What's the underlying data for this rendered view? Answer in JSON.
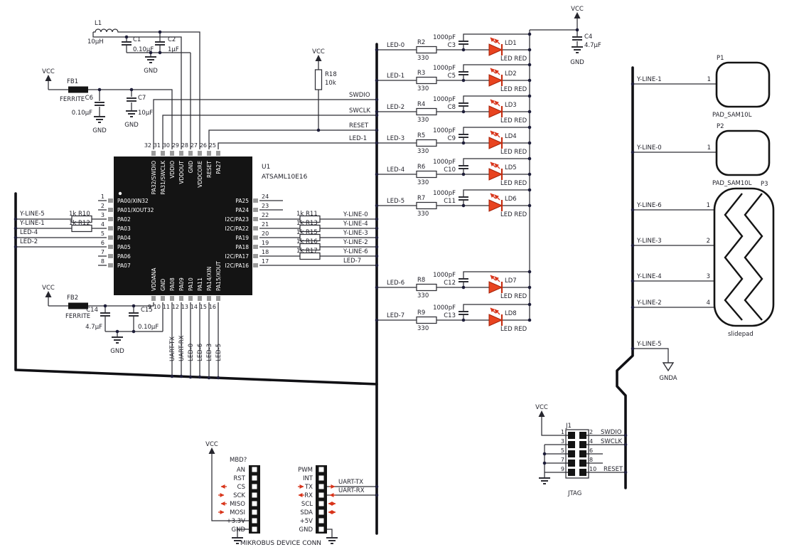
{
  "power": {
    "vcc": "VCC",
    "gnd": "GND",
    "gnda": "GNDA"
  },
  "colors": {
    "accent_red": "#d8341a",
    "chip_black": "#141414",
    "wire": "#2e2e34"
  },
  "supply": {
    "l1": {
      "ref": "L1",
      "value": "10μH"
    },
    "c1": {
      "ref": "C1",
      "value": "0.10μF"
    },
    "c2": {
      "ref": "C2",
      "value": "1μF"
    },
    "fb1": {
      "ref": "FB1",
      "value": "FERRITE"
    },
    "c6": {
      "ref": "C6",
      "value": "0.10μF"
    },
    "c7": {
      "ref": "C7",
      "value": "10μF"
    },
    "fb2": {
      "ref": "FB2",
      "value": "FERRITE"
    },
    "c14": {
      "ref": "C14",
      "value": "4.7μF"
    },
    "c15": {
      "ref": "C15",
      "value": "0.10μF"
    },
    "r18": {
      "ref": "R18",
      "value": "10k"
    }
  },
  "mcu": {
    "ref": "U1",
    "part": "ATSAML10E16",
    "top_pins": [
      {
        "num": "32",
        "name": "PA32/SWDIO"
      },
      {
        "num": "31",
        "name": "PA31/SWCLK"
      },
      {
        "num": "30",
        "name": "VDDIO"
      },
      {
        "num": "29",
        "name": "VDDOUT"
      },
      {
        "num": "28",
        "name": "GND"
      },
      {
        "num": "27",
        "name": "VDDCORE"
      },
      {
        "num": "26",
        "name": "RESET"
      },
      {
        "num": "25",
        "name": "PA27"
      }
    ],
    "left_pins": [
      {
        "num": "1",
        "name": "PA00/XIN32"
      },
      {
        "num": "2",
        "name": "PA01/XOUT32"
      },
      {
        "num": "3",
        "name": "PA02"
      },
      {
        "num": "4",
        "name": "PA03"
      },
      {
        "num": "5",
        "name": "PA04"
      },
      {
        "num": "6",
        "name": "PA05"
      },
      {
        "num": "7",
        "name": "PA06"
      },
      {
        "num": "8",
        "name": "PA07"
      }
    ],
    "right_pins": [
      {
        "num": "24",
        "name": "PA25"
      },
      {
        "num": "23",
        "name": "PA24"
      },
      {
        "num": "22",
        "name": "I2C/PA23"
      },
      {
        "num": "21",
        "name": "I2C/PA22"
      },
      {
        "num": "20",
        "name": "PA19"
      },
      {
        "num": "19",
        "name": "PA18"
      },
      {
        "num": "18",
        "name": "I2C/PA17"
      },
      {
        "num": "17",
        "name": "I2C/PA16"
      }
    ],
    "bottom_pins": [
      {
        "num": "9",
        "name": "VDDANA"
      },
      {
        "num": "10",
        "name": "GND"
      },
      {
        "num": "11",
        "name": "PA08"
      },
      {
        "num": "12",
        "name": "PA09"
      },
      {
        "num": "13",
        "name": "PA10"
      },
      {
        "num": "14",
        "name": "PA11"
      },
      {
        "num": "15",
        "name": "PA14/XIN"
      },
      {
        "num": "16",
        "name": "PA15/XOUT"
      }
    ],
    "top_nets": [
      "SWDIO",
      "SWCLK",
      "RESET",
      "LED-1"
    ],
    "bottom_nets": [
      "UART-TX",
      "UART-RX",
      "LED-0",
      "LED-6",
      "LED-3",
      "LED-5"
    ],
    "left_rows": [
      {
        "net": "Y-LINE-5",
        "res_ref": "R10",
        "res_value": "1k"
      },
      {
        "net": "Y-LINE-1",
        "res_ref": "R12",
        "res_value": "1k"
      },
      {
        "net": "LED-4"
      },
      {
        "net": "LED-2"
      }
    ],
    "right_rows": [
      {
        "net": "Y-LINE-0",
        "res_ref": "R11",
        "res_value": "1k"
      },
      {
        "net": "Y-LINE-4",
        "res_ref": "R13",
        "res_value": "1k"
      },
      {
        "net": "Y-LINE-3",
        "res_ref": "R15",
        "res_value": "1k"
      },
      {
        "net": "Y-LINE-2",
        "res_ref": "R16",
        "res_value": "1k"
      },
      {
        "net": "Y-LINE-6",
        "res_ref": "R17",
        "res_value": "1k"
      },
      {
        "net": "LED-7"
      }
    ]
  },
  "led_array": {
    "res_value": "330",
    "cap_value": "1000pF",
    "led_type": "LED RED",
    "bulk_cap": {
      "ref": "C4",
      "value": "4.7μF"
    },
    "rows": [
      {
        "net": "LED-0",
        "res": "R2",
        "cap": "C3",
        "led": "LD1"
      },
      {
        "net": "LED-1",
        "res": "R3",
        "cap": "C5",
        "led": "LD2"
      },
      {
        "net": "LED-2",
        "res": "R4",
        "cap": "C8",
        "led": "LD3"
      },
      {
        "net": "LED-3",
        "res": "R5",
        "cap": "C9",
        "led": "LD4"
      },
      {
        "net": "LED-4",
        "res": "R6",
        "cap": "C10",
        "led": "LD5"
      },
      {
        "net": "LED-5",
        "res": "R7",
        "cap": "C11",
        "led": "LD6"
      },
      {
        "net": "LED-6",
        "res": "R8",
        "cap": "C12",
        "led": "LD7"
      },
      {
        "net": "LED-7",
        "res": "R9",
        "cap": "C13",
        "led": "LD8"
      }
    ]
  },
  "pads": {
    "p1": {
      "ref": "P1",
      "name": "PAD_SAM10L",
      "pin": "1",
      "net": "Y-LINE-1"
    },
    "p2": {
      "ref": "P2",
      "name": "PAD_SAM10L",
      "pin": "1",
      "net": "Y-LINE-0"
    },
    "p3": {
      "ref": "P3",
      "name": "slidepad",
      "pins": [
        {
          "num": "1",
          "net": "Y-LINE-6"
        },
        {
          "num": "2",
          "net": "Y-LINE-3"
        },
        {
          "num": "3",
          "net": "Y-LINE-4"
        },
        {
          "num": "4",
          "net": "Y-LINE-2"
        }
      ]
    },
    "gnda_net": "Y-LINE-5"
  },
  "mikrobus": {
    "label": "MBD?",
    "title": "MIKROBUS DEVICE CONN",
    "left_pins": [
      "AN",
      "RST",
      "CS",
      "SCK",
      "MISO",
      "MOSI",
      "+3.3V",
      "GND"
    ],
    "right_pins": [
      "PWM",
      "INT",
      "TX",
      "RX",
      "SCL",
      "SDA",
      "+5V",
      "GND"
    ],
    "uart_tx": "UART-TX",
    "uart_rx": "UART-RX"
  },
  "jtag": {
    "ref": "J1",
    "name": "JTAG",
    "left_nums": [
      "1",
      "3",
      "5",
      "7",
      "9"
    ],
    "right_nums": [
      "2",
      "4",
      "6",
      "8",
      "10"
    ],
    "nets": [
      "SWDIO",
      "SWCLK",
      "",
      "",
      "RESET"
    ]
  }
}
